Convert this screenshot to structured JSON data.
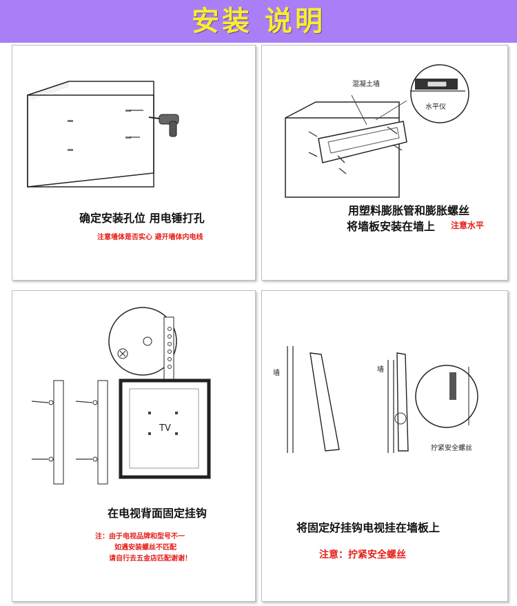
{
  "header": {
    "title": "安装 说明"
  },
  "step1": {
    "caption": "确定安装孔位 用电锤打孔",
    "note": "注意墙体是否实心 避开墙体内电线"
  },
  "step2": {
    "label_concrete_wall": "混凝土墙",
    "label_level": "水平仪",
    "caption_line1": "用塑料膨胀管和膨胀螺丝",
    "caption_line2": "将墙板安装在墙上",
    "note": "注意水平"
  },
  "step3": {
    "label_tv": "TV",
    "caption": "在电视背面固定挂钩",
    "note_line1": "注：由于电视品牌和型号不一",
    "note_line2": "如遇安装螺丝不匹配",
    "note_line3": "请自行去五金店匹配谢谢！"
  },
  "step4": {
    "label_wall_left": "墙",
    "label_wall_right": "墙",
    "label_tighten": "拧紧安全螺丝",
    "caption": "将固定好挂钩电视挂在墙板上",
    "note": "注意：拧紧安全螺丝"
  },
  "colors": {
    "banner": "#a97ef6",
    "title": "#f6ef2a",
    "note_red": "#e5201a"
  }
}
